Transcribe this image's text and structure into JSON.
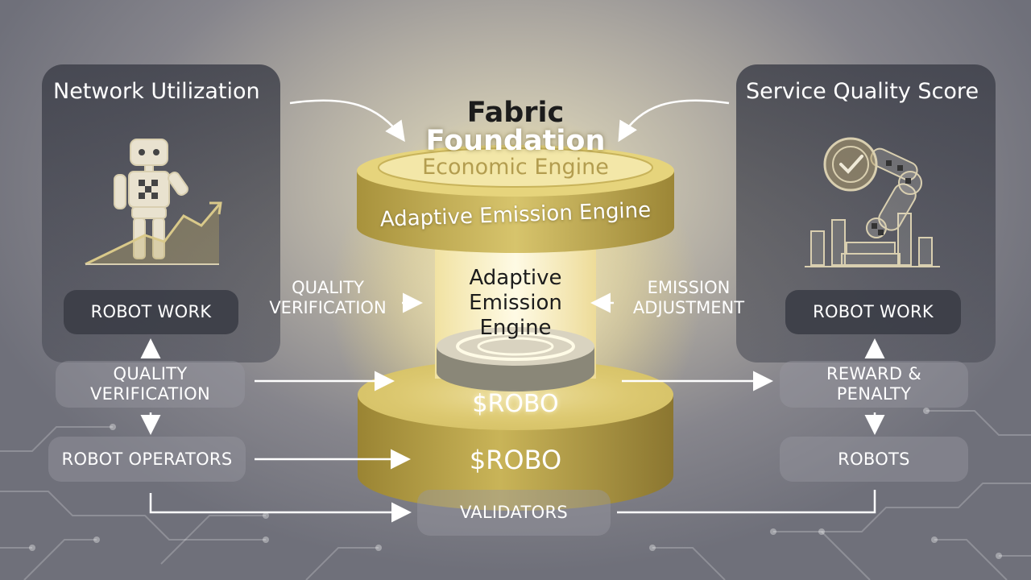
{
  "left_panel": {
    "title": "Network Utilization",
    "robot_work": "ROBOT WORK",
    "quality_verification": "QUALITY\nVERIFICATION",
    "robot_operators": "ROBOT OPERATORS"
  },
  "right_panel": {
    "title": "Service Quality Score",
    "robot_work": "ROBOT WORK",
    "reward_penalty": "REWARD &\nPENALTY",
    "robots": "ROBOTS"
  },
  "center": {
    "title_line1": "Fabric",
    "title_line2": "Foundation",
    "top_disc_label": "Economic Engine",
    "cap_label": "Adaptive Emission Engine",
    "core_label": "Adaptive\nEmission\nEngine",
    "token_upper": "$ROBO",
    "token_lower": "$ROBO",
    "validators": "VALIDATORS"
  },
  "side_labels": {
    "left": "QUALITY\nVERIFICATION",
    "right": "EMISSION\nADJUSTMENT"
  },
  "icons": [
    "robot-icon",
    "growth-chart-icon",
    "robotic-arm-icon",
    "checkmark-badge-icon",
    "bar-chart-icon",
    "arrow-icon",
    "circuit-trace-icon"
  ],
  "colors": {
    "gold": "#d8c46a",
    "gold_dark": "#8e7a2e",
    "glow": "#fff5c8",
    "panel": "#3c3e48",
    "icon_stroke": "#d9cfb0"
  }
}
